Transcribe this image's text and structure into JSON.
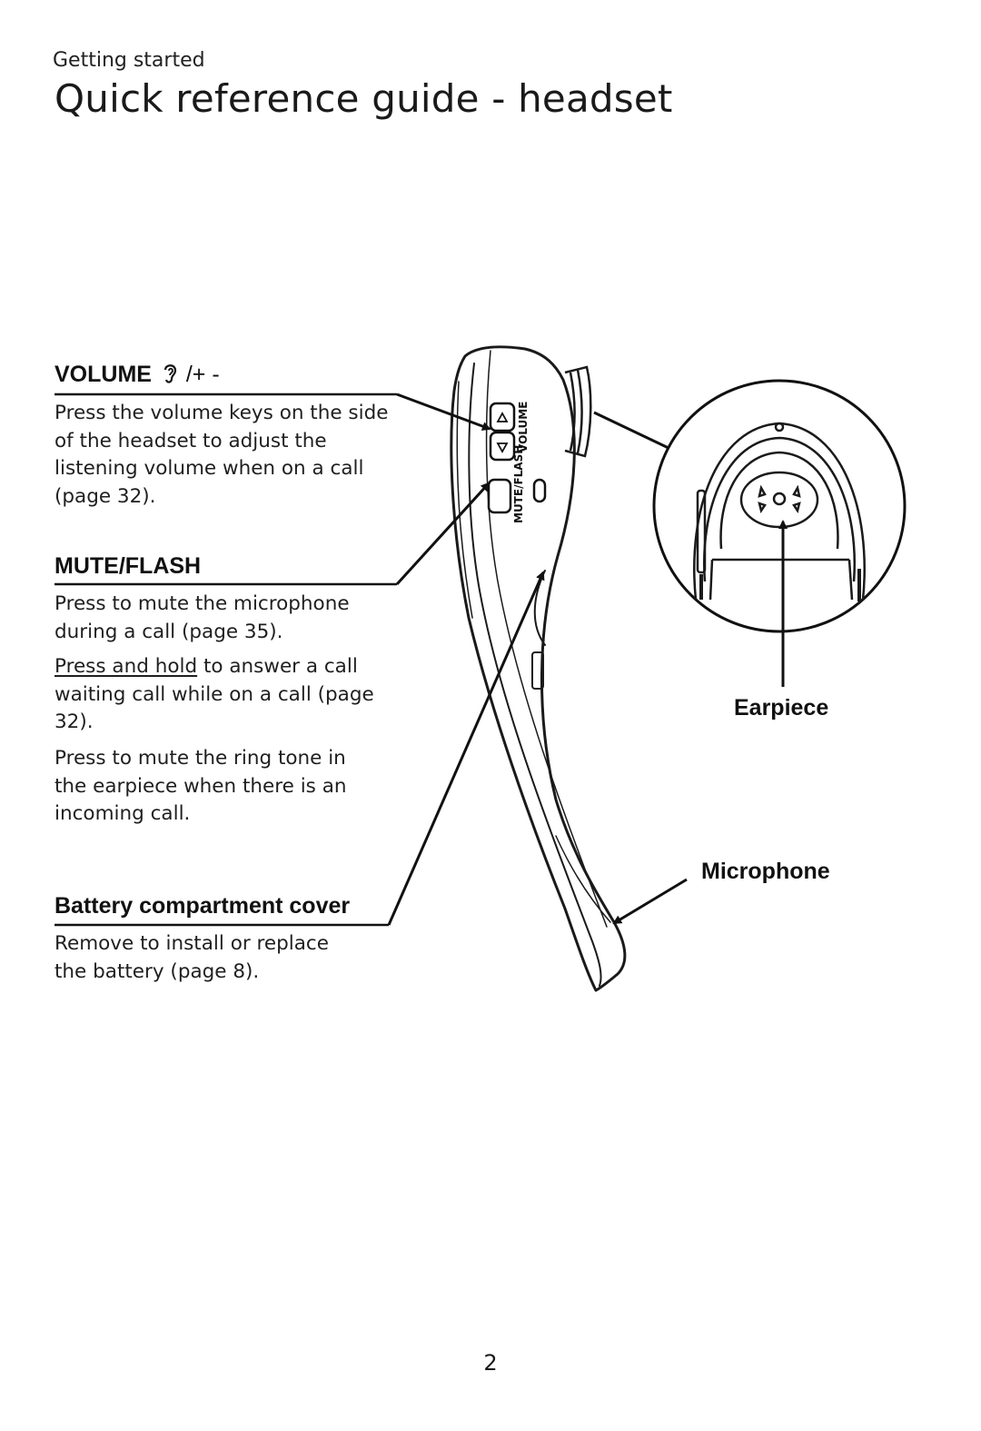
{
  "header": {
    "section": "Getting started",
    "title": "Quick reference guide - headset"
  },
  "volume": {
    "heading": "VOLUME",
    "heading_suffix": "/+ -",
    "description": "Press the volume keys on the side of the headset to adjust the listening volume when on a call (page 32)."
  },
  "mute_flash": {
    "heading": "MUTE/FLASH",
    "para1": "Press to mute the microphone during a call (page 35).",
    "para2_link": "Press and hold",
    "para2_rest": " to answer a call waiting call while on a call (page 32).",
    "para3": "Press to mute the ring tone in the earpiece when there is an incoming call."
  },
  "battery": {
    "heading": "Battery compartment cover",
    "description": "Remove to install or replace the battery (page 8)."
  },
  "callouts": {
    "earpiece": "Earpiece",
    "microphone": "Microphone"
  },
  "device_labels": {
    "volume": "VOLUME",
    "mute_flash": "MUTE/FLASH"
  },
  "footer": {
    "page_number": "2"
  }
}
